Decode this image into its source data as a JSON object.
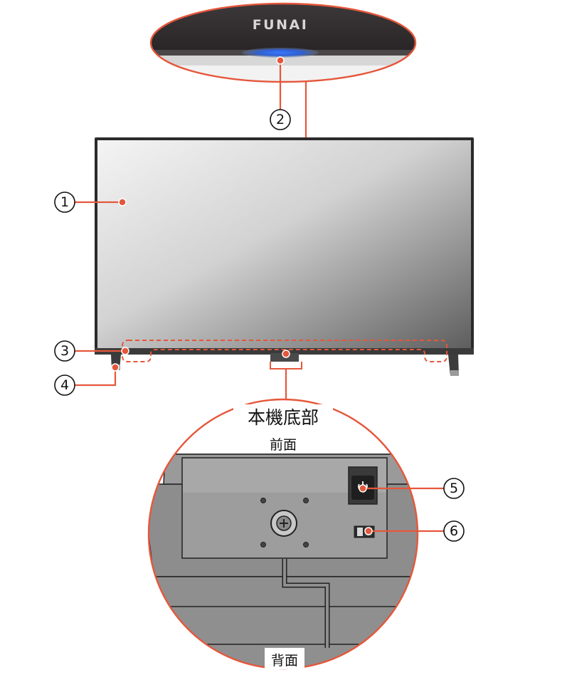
{
  "brand": {
    "logo_text": "FUNAI"
  },
  "callouts": [
    {
      "number": "1",
      "target": "screen"
    },
    {
      "number": "2",
      "target": "power-indicator"
    },
    {
      "number": "3",
      "target": "front-bottom-area"
    },
    {
      "number": "4",
      "target": "stand"
    },
    {
      "number": "5",
      "target": "power-button"
    },
    {
      "number": "6",
      "target": "switch"
    }
  ],
  "detail": {
    "title": "本機底部",
    "front_label": "前面",
    "back_label": "背面"
  },
  "colors": {
    "accent": "#e5573b",
    "bezel": "#2b2b2b",
    "indicator": "#2f63d8",
    "panel_gray": "#8c8c8c"
  },
  "icons": [
    "power-icon",
    "screw-plus-icon"
  ]
}
